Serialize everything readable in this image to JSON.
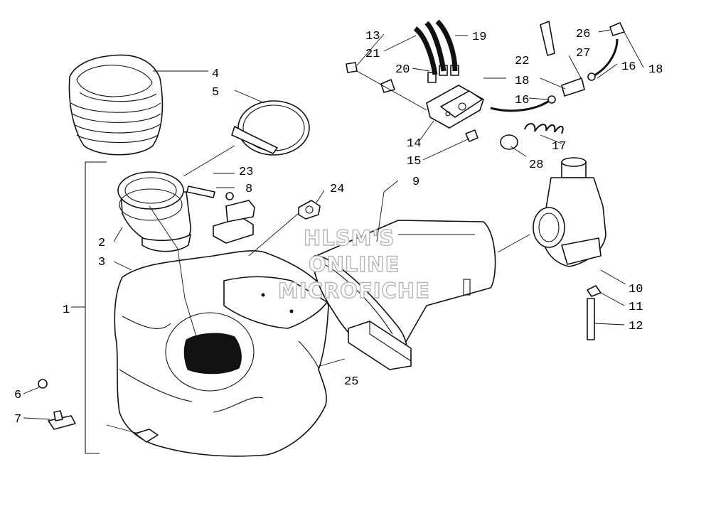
{
  "watermark": {
    "line1": "HLSM'S",
    "line2": "ONLINE",
    "line3": "MICROFICHE"
  },
  "callouts": [
    {
      "id": "c1",
      "label": "1"
    },
    {
      "id": "c2",
      "label": "2"
    },
    {
      "id": "c3",
      "label": "3"
    },
    {
      "id": "c4",
      "label": "4"
    },
    {
      "id": "c5",
      "label": "5"
    },
    {
      "id": "c6",
      "label": "6"
    },
    {
      "id": "c7",
      "label": "7"
    },
    {
      "id": "c8",
      "label": "8"
    },
    {
      "id": "c9",
      "label": "9"
    },
    {
      "id": "c10",
      "label": "10"
    },
    {
      "id": "c11",
      "label": "11"
    },
    {
      "id": "c12",
      "label": "12"
    },
    {
      "id": "c13",
      "label": "13"
    },
    {
      "id": "c14",
      "label": "14"
    },
    {
      "id": "c15",
      "label": "15"
    },
    {
      "id": "c16a",
      "label": "16"
    },
    {
      "id": "c16b",
      "label": "16"
    },
    {
      "id": "c17",
      "label": "17"
    },
    {
      "id": "c18a",
      "label": "18"
    },
    {
      "id": "c18b",
      "label": "18"
    },
    {
      "id": "c19",
      "label": "19"
    },
    {
      "id": "c20",
      "label": "20"
    },
    {
      "id": "c21",
      "label": "21"
    },
    {
      "id": "c22",
      "label": "22"
    },
    {
      "id": "c23",
      "label": "23"
    },
    {
      "id": "c24",
      "label": "24"
    },
    {
      "id": "c25",
      "label": "25"
    },
    {
      "id": "c26",
      "label": "26"
    },
    {
      "id": "c27",
      "label": "27"
    },
    {
      "id": "c28",
      "label": "28"
    }
  ]
}
